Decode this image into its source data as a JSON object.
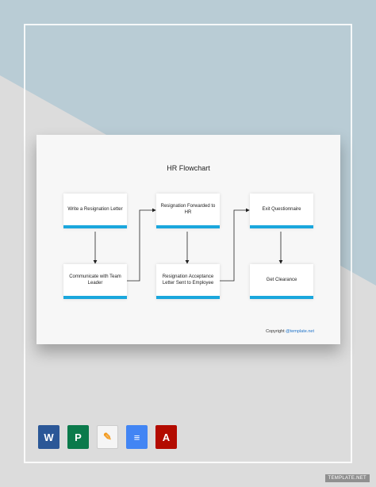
{
  "diagram": {
    "title": "HR Flowchart",
    "nodes": [
      {
        "id": "n1",
        "label": "Write a Resignation Letter"
      },
      {
        "id": "n2",
        "label": "Communicate with Team Leader"
      },
      {
        "id": "n3",
        "label": "Resignation Forwarded to HR"
      },
      {
        "id": "n4",
        "label": "Resignation Acceptance Letter Sent to Employee"
      },
      {
        "id": "n5",
        "label": "Exit Questionnaire"
      },
      {
        "id": "n6",
        "label": "Get Clearance"
      }
    ],
    "edges": [
      {
        "from": "n1",
        "to": "n2"
      },
      {
        "from": "n2",
        "to": "n3"
      },
      {
        "from": "n3",
        "to": "n4"
      },
      {
        "from": "n4",
        "to": "n5"
      },
      {
        "from": "n5",
        "to": "n6"
      }
    ],
    "accent_color": "#1ba7dd",
    "copyright_prefix": "Copyright",
    "copyright_link": "@template.net"
  },
  "app_icons": [
    {
      "name": "word-icon",
      "glyph": "W"
    },
    {
      "name": "publisher-icon",
      "glyph": "P"
    },
    {
      "name": "pages-icon",
      "glyph": "✎"
    },
    {
      "name": "google-docs-icon",
      "glyph": "≡"
    },
    {
      "name": "pdf-icon",
      "glyph": "A"
    }
  ],
  "watermark": "TEMPLATE.NET"
}
